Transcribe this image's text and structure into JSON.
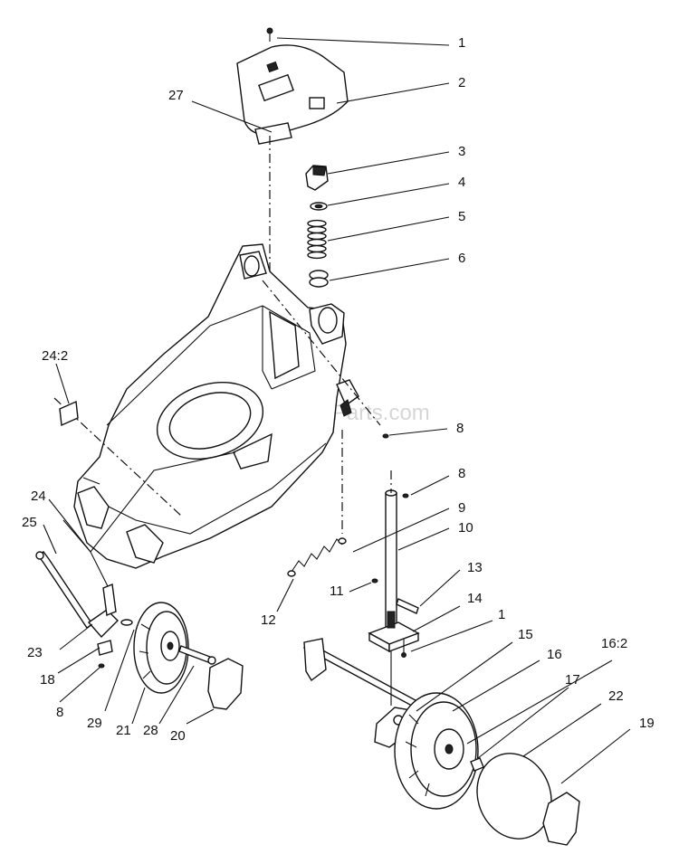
{
  "watermark": "eReplacementParts.com",
  "callouts": [
    {
      "id": "c1a",
      "text": "1"
    },
    {
      "id": "c2",
      "text": "2"
    },
    {
      "id": "c27",
      "text": "27"
    },
    {
      "id": "c3",
      "text": "3"
    },
    {
      "id": "c4",
      "text": "4"
    },
    {
      "id": "c5",
      "text": "5"
    },
    {
      "id": "c6",
      "text": "6"
    },
    {
      "id": "c242",
      "text": "24:2"
    },
    {
      "id": "c8a",
      "text": "8"
    },
    {
      "id": "c8b",
      "text": "8"
    },
    {
      "id": "c9",
      "text": "9"
    },
    {
      "id": "c10",
      "text": "10"
    },
    {
      "id": "c24",
      "text": "24"
    },
    {
      "id": "c25",
      "text": "25"
    },
    {
      "id": "c13",
      "text": "13"
    },
    {
      "id": "c11",
      "text": "11"
    },
    {
      "id": "c14",
      "text": "14"
    },
    {
      "id": "c12",
      "text": "12"
    },
    {
      "id": "c1b",
      "text": "1"
    },
    {
      "id": "c15",
      "text": "15"
    },
    {
      "id": "c16",
      "text": "16"
    },
    {
      "id": "c162",
      "text": "16:2"
    },
    {
      "id": "c23",
      "text": "23"
    },
    {
      "id": "c17",
      "text": "17"
    },
    {
      "id": "c18",
      "text": "18"
    },
    {
      "id": "c22",
      "text": "22"
    },
    {
      "id": "c19",
      "text": "19"
    },
    {
      "id": "c8c",
      "text": "8"
    },
    {
      "id": "c29",
      "text": "29"
    },
    {
      "id": "c21",
      "text": "21"
    },
    {
      "id": "c28",
      "text": "28"
    },
    {
      "id": "c20",
      "text": "20"
    }
  ]
}
